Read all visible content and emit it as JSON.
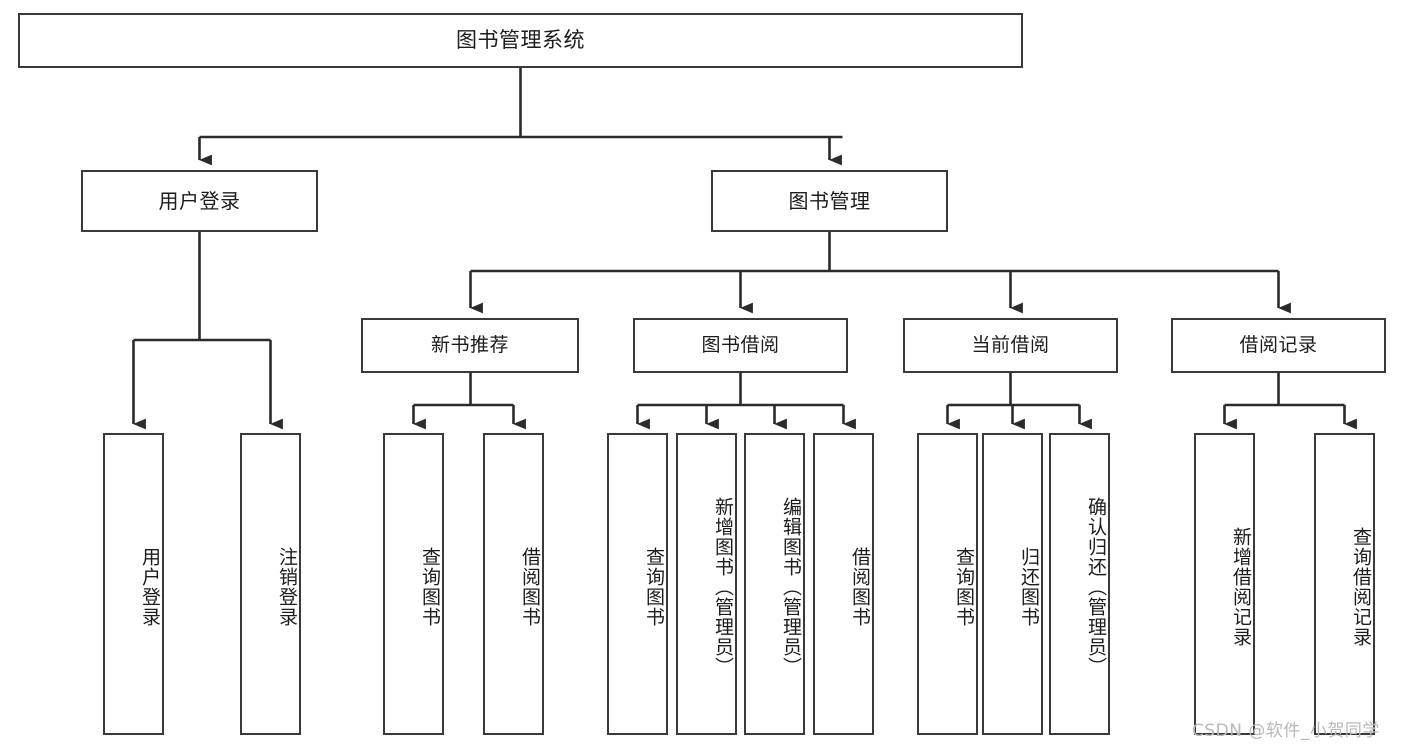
{
  "diagram": {
    "title": "图书管理系统",
    "type": "functional-structure-tree",
    "orientation": "top-down",
    "root": {
      "id": "root",
      "label": "图书管理系统"
    },
    "level2": [
      {
        "id": "user-login",
        "label": "用户登录"
      },
      {
        "id": "book-manage",
        "label": "图书管理"
      }
    ],
    "level3": [
      {
        "id": "new-book-rec",
        "label": "新书推荐",
        "parent": "book-manage"
      },
      {
        "id": "book-borrow",
        "label": "图书借阅",
        "parent": "book-manage"
      },
      {
        "id": "current-borrow",
        "label": "当前借阅",
        "parent": "book-manage"
      },
      {
        "id": "borrow-record",
        "label": "借阅记录",
        "parent": "book-manage"
      }
    ],
    "leaves": [
      {
        "id": "leaf-user-login",
        "label": "用户登录",
        "parent": "user-login"
      },
      {
        "id": "leaf-logout",
        "label": "注销登录",
        "parent": "user-login"
      },
      {
        "id": "leaf-query-book-1",
        "label": "查询图书",
        "parent": "new-book-rec"
      },
      {
        "id": "leaf-borrow-book-1",
        "label": "借阅图书",
        "parent": "new-book-rec"
      },
      {
        "id": "leaf-query-book-2",
        "label": "查询图书",
        "parent": "book-borrow"
      },
      {
        "id": "leaf-add-book",
        "label": "新增图书（管理员）",
        "parent": "book-borrow"
      },
      {
        "id": "leaf-edit-book",
        "label": "编辑图书（管理员）",
        "parent": "book-borrow"
      },
      {
        "id": "leaf-borrow-book-2",
        "label": "借阅图书",
        "parent": "book-borrow"
      },
      {
        "id": "leaf-query-book-3",
        "label": "查询图书",
        "parent": "current-borrow"
      },
      {
        "id": "leaf-return-book",
        "label": "归还图书",
        "parent": "current-borrow"
      },
      {
        "id": "leaf-confirm-return",
        "label": "确认归还（管理员）",
        "parent": "current-borrow"
      },
      {
        "id": "leaf-add-record",
        "label": "新增借阅记录",
        "parent": "borrow-record"
      },
      {
        "id": "leaf-query-record",
        "label": "查询借阅记录",
        "parent": "borrow-record"
      }
    ],
    "colors": {
      "box_border": "#3a3a3a",
      "box_fill": "#ffffff",
      "edge": "#2b2b2b",
      "text": "#1c1c1c",
      "watermark": "#b9b9b9",
      "background": "#ffffff"
    }
  },
  "watermark": {
    "text": "CSDN @软件_小贺同学"
  }
}
